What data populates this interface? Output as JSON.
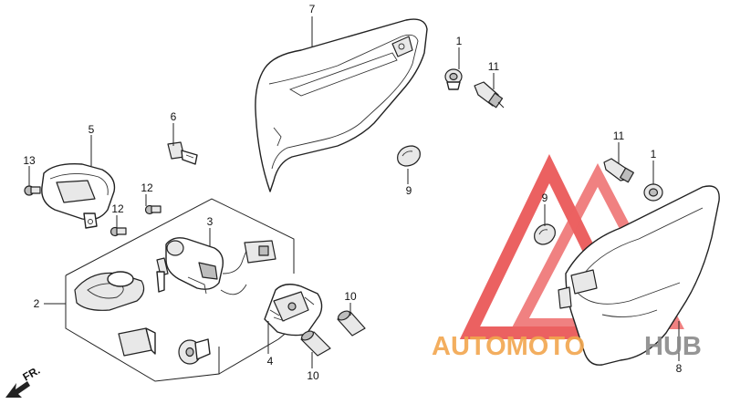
{
  "callouts": {
    "c1a": "1",
    "c1b": "1",
    "c2": "2",
    "c3": "3",
    "c4": "4",
    "c5": "5",
    "c6": "6",
    "c7": "7",
    "c8": "8",
    "c9a": "9",
    "c9b": "9",
    "c10a": "10",
    "c10b": "10",
    "c11a": "11",
    "c11b": "11",
    "c12a": "12",
    "c12b": "12",
    "c13": "13"
  },
  "direction": {
    "label": "FR."
  },
  "watermark": {
    "part1": "AUTOMOTO",
    "part2": "HUB"
  },
  "colors": {
    "watermark_red": "#e84646",
    "watermark_orange": "#f2a64e",
    "watermark_gray": "#8a8a8a",
    "line": "#222222"
  }
}
